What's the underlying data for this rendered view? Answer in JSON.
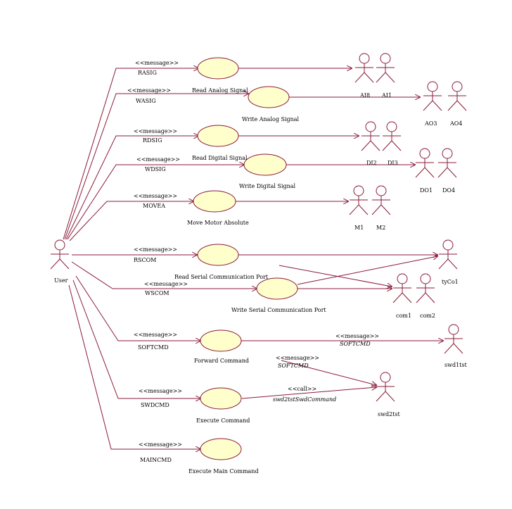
{
  "user": "User",
  "stereo": {
    "message": "<<message>>",
    "call": "<<call>>"
  },
  "messages": {
    "rasig": "RASIG",
    "wasig": "WASIG",
    "rdsig": "RDSIG",
    "wdsig": "WDSIG",
    "movea": "MOVEA",
    "rscom": "RSCOM",
    "wscom": "WSCOM",
    "softcmd": "SOFTCMD",
    "swdcmd": "SWDCMD",
    "maincmd": "MAINCMD",
    "softcmd_italic": "SOFTCMD",
    "swd_call": "swd2tstSwdCommand"
  },
  "usecases": {
    "read_analog": "Read Analog Signal",
    "write_analog": "Write Analog Signal",
    "read_digital": "Read Digital Signal",
    "write_digital": "Write Digital Signal",
    "move_motor": "Move Motor Absolute",
    "read_serial": "Read Serial Communication Port",
    "write_serial": "Write Serial Communication Port",
    "forward_cmd": "Forward Command",
    "execute_cmd": "Execute Command",
    "execute_main": "Execute Main Command"
  },
  "actors": {
    "ai8": "AI8",
    "ai1": "AI1",
    "ao3": "AO3",
    "ao4": "AO4",
    "di2": "DI2",
    "di3": "DI3",
    "do1": "DO1",
    "do4": "DO4",
    "m1": "M1",
    "m2": "M2",
    "tycol": "tyCo1",
    "com1": "com1",
    "com2": "com2",
    "swd1tst": "swd1tst",
    "swd2tst": "swd2tst"
  }
}
